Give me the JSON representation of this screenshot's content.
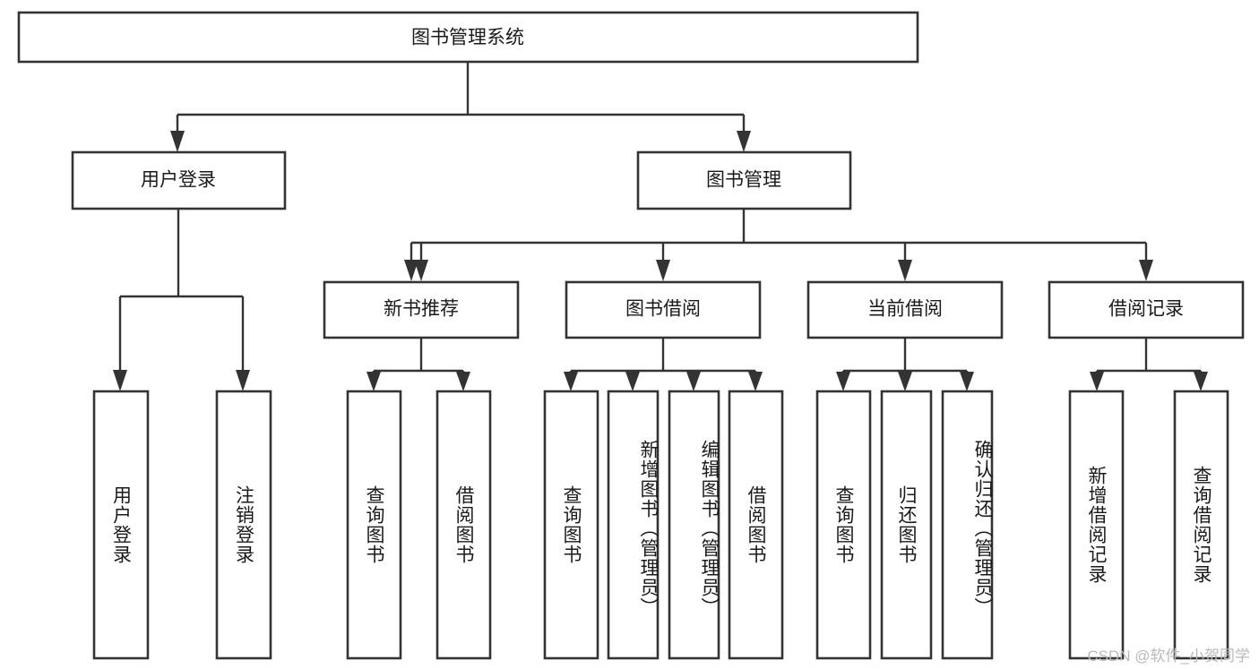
{
  "diagram": {
    "title": "图书管理系统",
    "type": "tree-hierarchy-chart",
    "watermark": "CSDN @软件_小贺同学",
    "colors": {
      "box_border": "#333333",
      "box_fill": "#ffffff",
      "connector": "#333333",
      "text": "#1a1a1a",
      "watermark": "#b9b9b9",
      "background": "#ffffff"
    },
    "levels": {
      "root": {
        "label": "图书管理系统"
      },
      "level2": [
        {
          "id": "user-login",
          "label": "用户登录"
        },
        {
          "id": "book-management",
          "label": "图书管理"
        }
      ],
      "level3": [
        {
          "id": "new-book-recommend",
          "label": "新书推荐"
        },
        {
          "id": "book-borrow",
          "label": "图书借阅"
        },
        {
          "id": "current-borrow",
          "label": "当前借阅"
        },
        {
          "id": "borrow-record",
          "label": "借阅记录"
        }
      ],
      "leaves": {
        "user_login": [
          {
            "id": "leaf-user-login",
            "label": "用户登录"
          },
          {
            "id": "leaf-logout-login",
            "label": "注销登录"
          }
        ],
        "new_book_recommend": [
          {
            "id": "leaf-query-book-1",
            "label": "查询图书"
          },
          {
            "id": "leaf-borrow-book-1",
            "label": "借阅图书"
          }
        ],
        "book_borrow": [
          {
            "id": "leaf-query-book-2",
            "label": "查询图书"
          },
          {
            "id": "leaf-add-book",
            "label": "新增图书（管理员）"
          },
          {
            "id": "leaf-edit-book",
            "label": "编辑图书（管理员）"
          },
          {
            "id": "leaf-borrow-book-2",
            "label": "借阅图书"
          }
        ],
        "current_borrow": [
          {
            "id": "leaf-query-book-3",
            "label": "查询图书"
          },
          {
            "id": "leaf-return-book",
            "label": "归还图书"
          },
          {
            "id": "leaf-confirm-return",
            "label": "确认归还（管理员）"
          }
        ],
        "borrow_record": [
          {
            "id": "leaf-add-record",
            "label": "新增借阅记录"
          },
          {
            "id": "leaf-query-record",
            "label": "查询借阅记录"
          }
        ]
      }
    }
  }
}
